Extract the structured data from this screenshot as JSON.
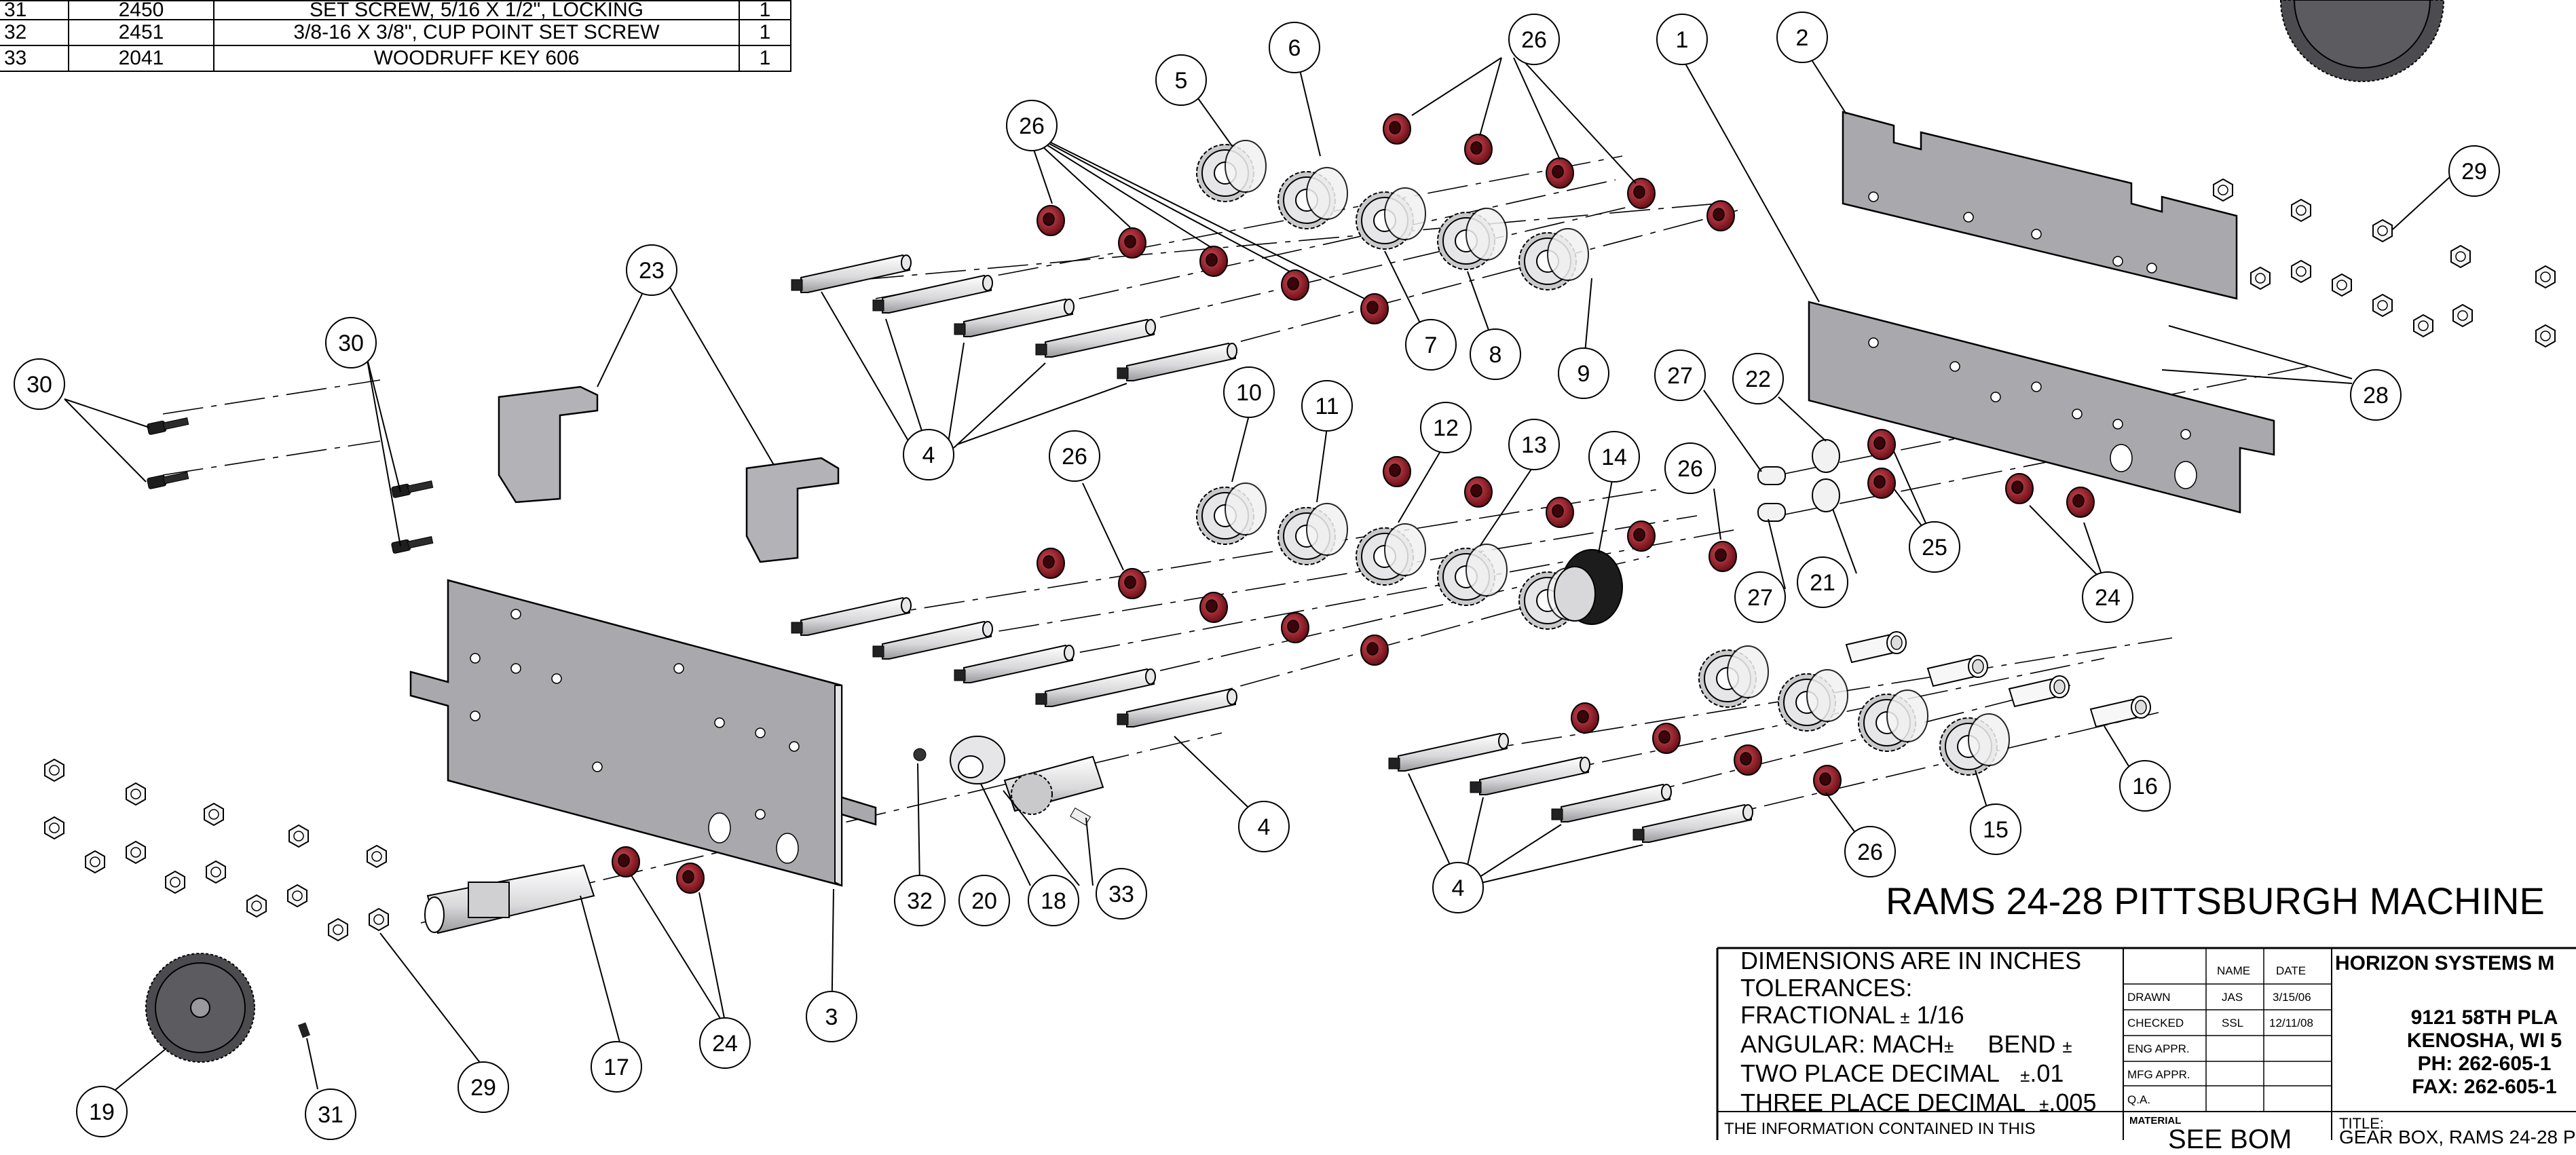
{
  "bom": {
    "rows": [
      {
        "item": "31",
        "part": "2450",
        "desc": "SET SCREW, 5/16 X 1/2\", LOCKING",
        "qty": "1"
      },
      {
        "item": "32",
        "part": "2451",
        "desc": "3/8-16 X 3/8\", CUP POINT SET SCREW",
        "qty": "1"
      },
      {
        "item": "33",
        "part": "2041",
        "desc": "WOODRUFF KEY 606",
        "qty": "1"
      }
    ]
  },
  "balloons": [
    "1",
    "2",
    "3",
    "4",
    "4",
    "4",
    "4",
    "5",
    "6",
    "7",
    "8",
    "9",
    "10",
    "11",
    "12",
    "13",
    "14",
    "15",
    "16",
    "17",
    "18",
    "19",
    "20",
    "21",
    "22",
    "23",
    "24",
    "24",
    "25",
    "26",
    "26",
    "26",
    "26",
    "26",
    "27",
    "27",
    "28",
    "29",
    "29",
    "30",
    "30",
    "31",
    "32",
    "33"
  ],
  "sheet_title": "RAMS 24-28 PITTSBURGH MACHINE",
  "title_block": {
    "tolerances": {
      "line1": "DIMENSIONS ARE IN INCHES",
      "line2": "TOLERANCES:",
      "line3": "FRACTIONAL",
      "line3_val": "1/16",
      "line4a": "ANGULAR: MACH",
      "line4b": "BEND",
      "line5": "TWO PLACE DECIMAL",
      "line5_val": ".01",
      "line6": "THREE PLACE DECIMAL",
      "line6_val": ".005",
      "plusminus": "±"
    },
    "signoff": {
      "col_name": "NAME",
      "col_date": "DATE",
      "drawn": "DRAWN",
      "drawn_name": "JAS",
      "drawn_date": "3/15/06",
      "checked": "CHECKED",
      "checked_name": "SSL",
      "checked_date": "12/11/08",
      "eng": "ENG APPR.",
      "mfg": "MFG APPR.",
      "qa": "Q.A."
    },
    "company": "HORIZON SYSTEMS M",
    "address1": "9121 58TH PLA",
    "address2": "KENOSHA, WI 5",
    "phone": "PH: 262-605-1",
    "fax": "FAX: 262-605-1",
    "confidential": "THE INFORMATION CONTAINED IN THIS",
    "material_label": "MATERIAL",
    "material": "SEE BOM",
    "title_label": "TITLE:",
    "title": "GEAR BOX, RAMS 24-28 P"
  },
  "colors": {
    "line": "#000000",
    "part_gray": "#a9a9ad",
    "bushing_red": "#8b1c25",
    "background": "#ffffff"
  }
}
